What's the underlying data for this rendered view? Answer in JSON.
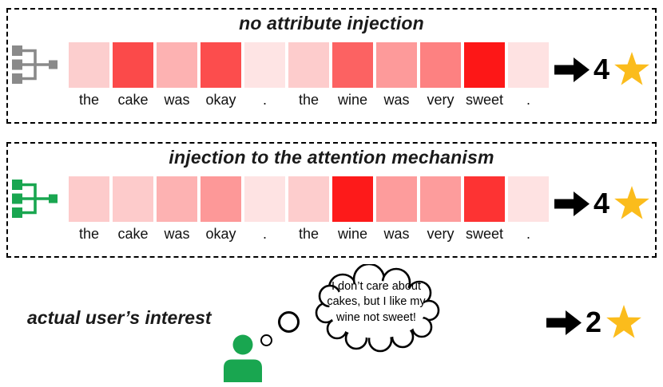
{
  "figure": {
    "panels": [
      {
        "title": "no attribute injection",
        "icon": "model-tree-icon",
        "icon_color": "#8A8A8A",
        "rating": "4",
        "tokens": [
          {
            "word": "the",
            "color": "#FCCECE"
          },
          {
            "word": "cake",
            "color": "#FB4A4A"
          },
          {
            "word": "was",
            "color": "#FDB2B2"
          },
          {
            "word": "okay",
            "color": "#FC4D4D"
          },
          {
            "word": ".",
            "color": "#FEE4E4"
          },
          {
            "word": "the",
            "color": "#FDCCCC"
          },
          {
            "word": "wine",
            "color": "#FC6262"
          },
          {
            "word": "was",
            "color": "#FD9A9A"
          },
          {
            "word": "very",
            "color": "#FD8181"
          },
          {
            "word": "sweet",
            "color": "#FD1717"
          },
          {
            "word": ".",
            "color": "#FEE2E2"
          }
        ]
      },
      {
        "title": "injection to the attention mechanism",
        "icon": "model-tree-icon",
        "icon_color": "#19A650",
        "rating": "4",
        "tokens": [
          {
            "word": "the",
            "color": "#FDCBCB"
          },
          {
            "word": "cake",
            "color": "#FDCBCB"
          },
          {
            "word": "was",
            "color": "#FDB2B2"
          },
          {
            "word": "okay",
            "color": "#FD9898"
          },
          {
            "word": ".",
            "color": "#FEE3E3"
          },
          {
            "word": "the",
            "color": "#FDCDCD"
          },
          {
            "word": "wine",
            "color": "#FD1A1A"
          },
          {
            "word": "was",
            "color": "#FD9C9C"
          },
          {
            "word": "very",
            "color": "#FD9C9C"
          },
          {
            "word": "sweet",
            "color": "#FD3333"
          },
          {
            "word": ".",
            "color": "#FEE2E2"
          }
        ]
      }
    ],
    "user_row": {
      "label": "actual user’s interest",
      "thought_line1": "I don’t care about",
      "thought_line2": "cakes, but I like my",
      "thought_line3": "wine not sweet!",
      "rating": "2",
      "person_color": "#19A650"
    },
    "colors": {
      "star": "#FBBC1C",
      "arrow": "#000000"
    }
  }
}
